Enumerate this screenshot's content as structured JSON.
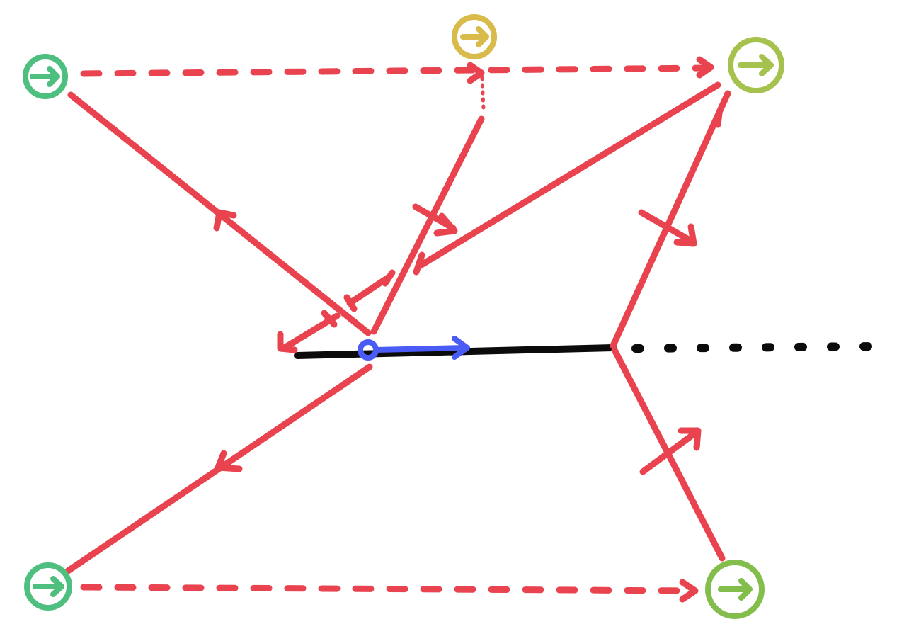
{
  "colors": {
    "ray": "#e8434f",
    "track": "#0b0b0b",
    "agent": "#4a5cf5",
    "node_top_left": "#4fbf7f",
    "node_top_middle": "#d8bb4a",
    "node_top_right": "#a6c24e",
    "node_bottom_left": "#4fbf7f",
    "node_bottom_right": "#83bd4c"
  },
  "nodes": [
    {
      "id": "top-left",
      "icon": "right-arrow-icon",
      "color_key": "node_top_left"
    },
    {
      "id": "top-middle",
      "icon": "right-arrow-icon",
      "color_key": "node_top_middle"
    },
    {
      "id": "top-right",
      "icon": "right-arrow-icon",
      "color_key": "node_top_right"
    },
    {
      "id": "bottom-left",
      "icon": "right-arrow-icon",
      "color_key": "node_bottom_left"
    },
    {
      "id": "bottom-right",
      "icon": "right-arrow-icon",
      "color_key": "node_bottom_right"
    }
  ]
}
